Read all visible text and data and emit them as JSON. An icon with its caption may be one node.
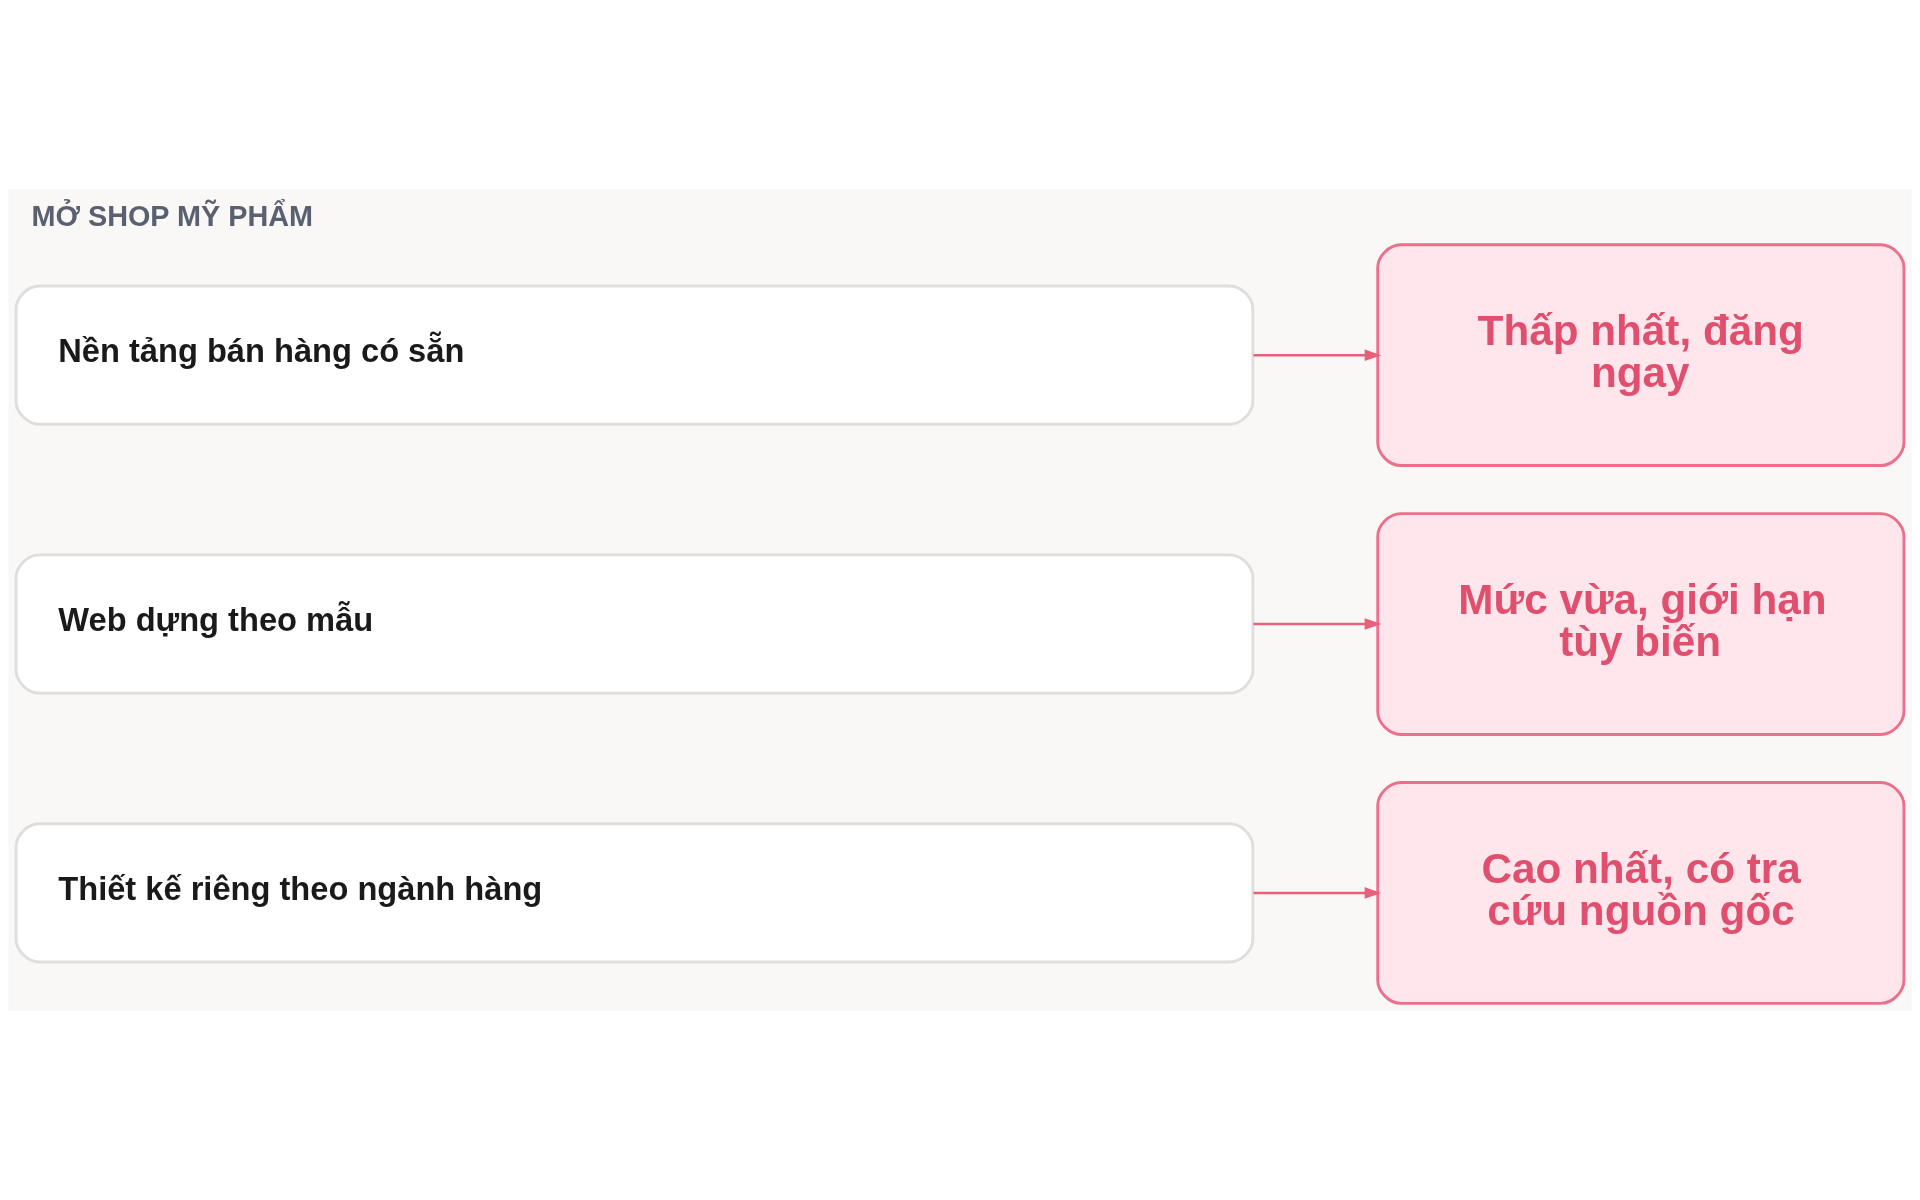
{
  "diagram": {
    "title": "MỞ SHOP MỸ PHẨM",
    "nodes": [
      {
        "text": [
          "Nền tảng bán hàng có sẵn"
        ]
      },
      {
        "text": [
          "Thấp nhất, đăng ngay"
        ]
      },
      {
        "text": [
          "Web dựng theo mẫu"
        ]
      },
      {
        "text": [
          "Mức vừa, giới hạn tùy biến"
        ]
      },
      {
        "text": [
          "Thiết kế riêng theo ngành hàng"
        ]
      },
      {
        "text": [
          "Cao nhất, có tra cứu nguồn gốc"
        ]
      }
    ],
    "edges": [
      {
        "from": 0,
        "to": 1,
        "arrow": "to"
      },
      {
        "from": 2,
        "to": 3,
        "arrow": "to"
      },
      {
        "from": 4,
        "to": 5,
        "arrow": "to"
      }
    ]
  }
}
